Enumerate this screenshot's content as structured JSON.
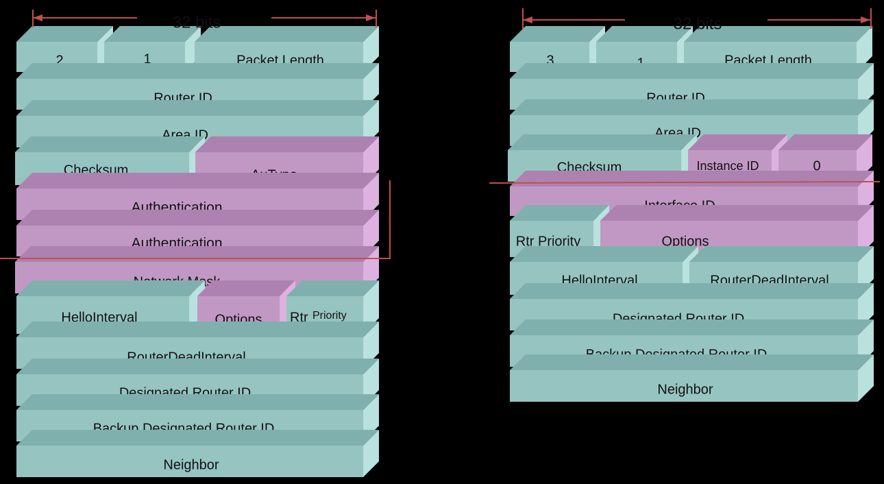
{
  "colors": {
    "teal": "#96c4c1",
    "teal_top": "#7fb0ad",
    "teal_side": "#b9e1de",
    "pink": "#c198c4",
    "pink_top": "#ad82b0",
    "pink_side": "#ddb2e0",
    "arrow": "#c0504d",
    "cutline": "#c0504d"
  },
  "ospfv2": {
    "width_label": "32 bits",
    "cells": {
      "version": "2",
      "type": "1",
      "packet_length": "Packet Length",
      "router_id": "Router ID",
      "area_id": "Area ID",
      "checksum": "Checksum",
      "autype": "AuType",
      "auth1": "Authentication",
      "auth2": "Authentication",
      "network_mask": "Network Mask",
      "hello_interval": "HelloInterval",
      "options": "Options",
      "rtr_prefix": "Rtr",
      "rtr_priority": "Priority",
      "router_dead_interval": "RouterDeadInterval",
      "designated_router": "Designated Router ID",
      "backup_designated_router": "Backup Designated Router ID",
      "neighbor": "Neighbor"
    }
  },
  "ospfv3": {
    "width_label": "32 bits",
    "cells": {
      "version": "3",
      "type": "1",
      "packet_length": "Packet Length",
      "router_id": "Router ID",
      "area_id": "Area ID",
      "checksum": "Checksum",
      "instance_id": "Instance ID",
      "zero": "0",
      "interface_id": "Interface ID",
      "rtr_priority": "Rtr Priority",
      "options": "Options",
      "hello_interval": "HelloInterval",
      "router_dead_interval": "RouterDeadInterval",
      "designated_router": "Designated Router ID",
      "backup_designated_router": "Backup Designated Router ID",
      "neighbor": "Neighbor"
    }
  }
}
